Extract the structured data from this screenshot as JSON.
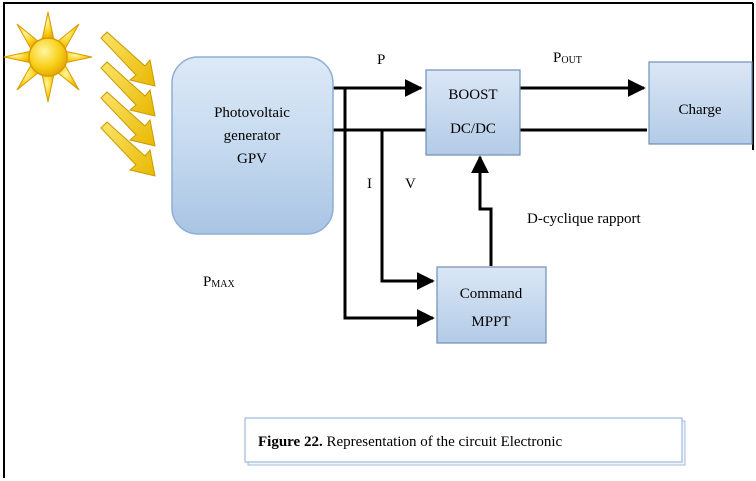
{
  "blocks": {
    "pv_generator": {
      "line1": "Photovoltaic",
      "line2": "generator",
      "line3": "GPV"
    },
    "boost": {
      "line1": "BOOST",
      "line2": "DC/DC"
    },
    "charge": {
      "label": "Charge"
    },
    "mppt": {
      "line1": "Command",
      "line2": "MPPT"
    }
  },
  "signals": {
    "p": "P",
    "p_out_main": "P",
    "p_out_sub": "OUT",
    "i": "I",
    "v": "V",
    "duty": "D-cyclique rapport",
    "p_max_main": "P",
    "p_max_sub": "MAX"
  },
  "caption": {
    "label": "Figure 22.",
    "text": " Representation of the circuit Electronic"
  },
  "colors": {
    "block_fill": "#c4d8ef",
    "block_stroke": "#8eaed4",
    "sun_fill": "#f6c20a",
    "sun_stroke": "#d89b00",
    "ray_fill": "#f3d11c",
    "ray_stroke": "#c99a00",
    "wire": "#000000"
  }
}
